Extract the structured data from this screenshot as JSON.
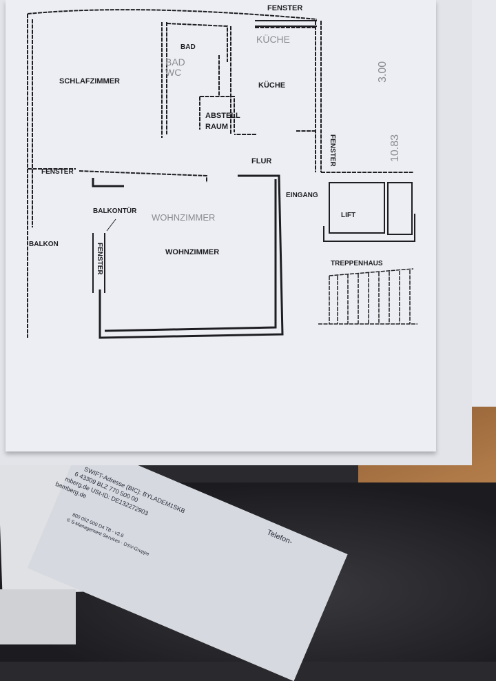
{
  "plan": {
    "labels": {
      "fenster_top": "FENSTER",
      "bad": "BAD",
      "bad_wc_line1": "BAD",
      "bad_wc_line2": "WC",
      "kueche_faint": "KÜCHE",
      "schlafzimmer": "SCHLAFZIMMER",
      "kueche": "KÜCHE",
      "abstell_line1": "ABSTELL",
      "abstell_line2": "RAUM",
      "fenster_right": "FENSTER",
      "flur": "FLUR",
      "fenster_left": "FENSTER",
      "eingang": "EINGANG",
      "lift": "LIFT",
      "balkontuer": "BALKONTÜR",
      "wohnzimmer_faint": "WOHNZIMMER",
      "wohnzimmer": "WOHNZIMMER",
      "balkon": "BALKON",
      "fenster_wohn": "FENSTER",
      "treppenhaus": "TREPPENHAUS",
      "dim_300": "3.00",
      "dim_1083": "10.83"
    }
  },
  "letter": {
    "telefon": "Telefon-",
    "swift": "SWIFT-Adresse (BIC): BYLADEM1SKB",
    "blz": "6 43309 BLZ 770 500 00",
    "ustid": "mberg.de  USt-ID: DE132272903",
    "web": "bamberg.de",
    "form": "800 052 000 D4 TB - v3.8",
    "footer": "© S-Management Services · DSV-Gruppe"
  },
  "colors": {
    "paper": "#eceef3",
    "ink": "#1e1e22",
    "wood": "#b07a48"
  }
}
